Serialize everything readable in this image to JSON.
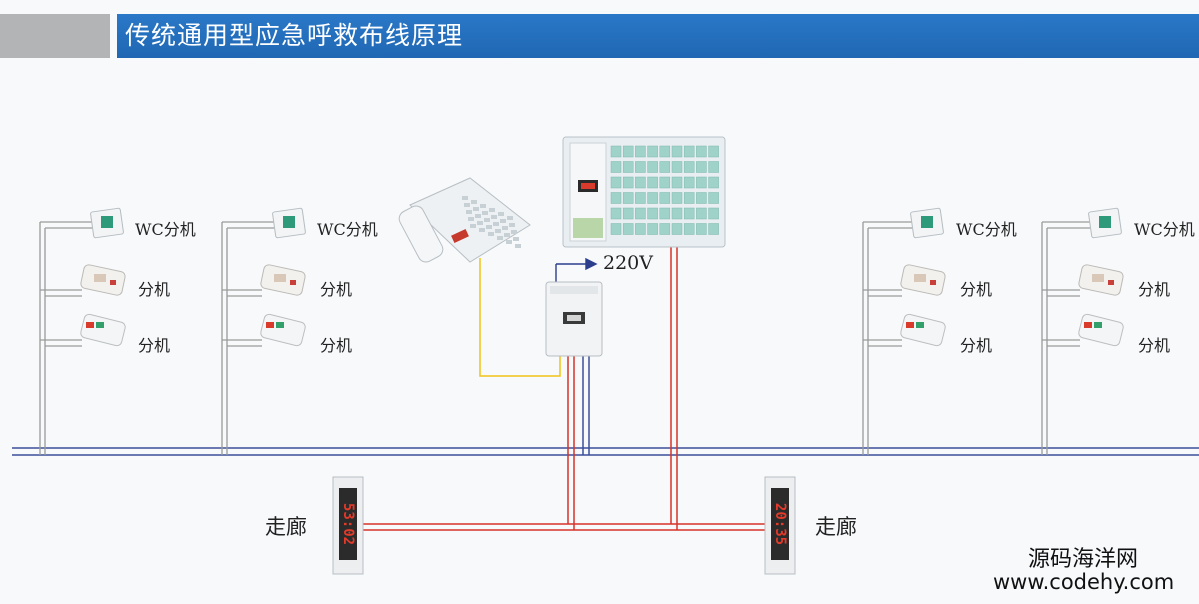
{
  "header": {
    "title": "传统通用型应急呼救布线原理"
  },
  "labels": {
    "wc_unit": "WC分机",
    "unit": "分机",
    "power": "220V",
    "corridor": "走廊"
  },
  "corridor_displays": {
    "left": "53:02",
    "right": "20:35"
  },
  "watermark": {
    "line1": "源码海洋网",
    "line2": "www.codehy.com"
  },
  "colors": {
    "header_blue": "#1f67b3",
    "header_gray": "#b3b4b6",
    "wire_blue": "#3b4f9a",
    "wire_red": "#d9322b",
    "wire_yellow": "#f0c419",
    "wire_gray": "#9a9a9a"
  }
}
